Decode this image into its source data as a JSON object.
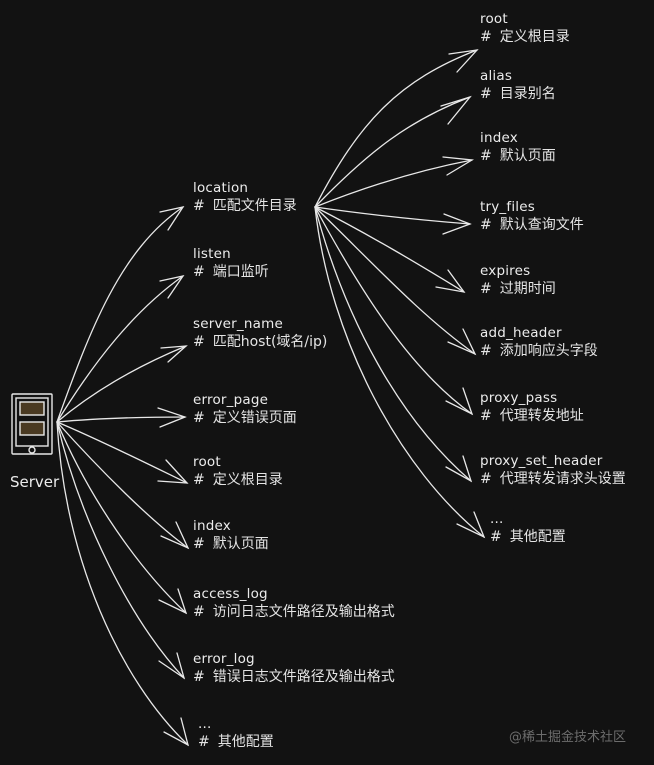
{
  "root": {
    "label": "Server",
    "icon": "server-icon"
  },
  "server_children": [
    {
      "key": "location",
      "comment": "匹配文件目录"
    },
    {
      "key": "listen",
      "comment": "端口监听"
    },
    {
      "key": "server_name",
      "comment": "匹配host(域名/ip)"
    },
    {
      "key": "error_page",
      "comment": "定义错误页面"
    },
    {
      "key": "root",
      "comment": "定义根目录"
    },
    {
      "key": "index",
      "comment": "默认页面"
    },
    {
      "key": "access_log",
      "comment": "访问日志文件路径及输出格式"
    },
    {
      "key": "error_log",
      "comment": "错误日志文件路径及输出格式"
    },
    {
      "key": "...",
      "comment": "其他配置"
    }
  ],
  "location_children": [
    {
      "key": "root",
      "comment": "定义根目录"
    },
    {
      "key": "alias",
      "comment": "目录别名"
    },
    {
      "key": "index",
      "comment": "默认页面"
    },
    {
      "key": "try_files",
      "comment": "默认查询文件"
    },
    {
      "key": "expires",
      "comment": "过期时间"
    },
    {
      "key": "add_header",
      "comment": "添加响应头字段"
    },
    {
      "key": "proxy_pass",
      "comment": "代理转发地址"
    },
    {
      "key": "proxy_set_header",
      "comment": "代理转发请求头设置"
    },
    {
      "key": "...",
      "comment": "其他配置"
    }
  ],
  "comment_prefix": "#",
  "watermark": "@稀土掘金技术社区",
  "colors": {
    "background": "#121212",
    "stroke": "#e8e8e8",
    "text": "#e6e6e6",
    "watermark": "#6c6c6c",
    "server_slot": "#4a3a22"
  }
}
